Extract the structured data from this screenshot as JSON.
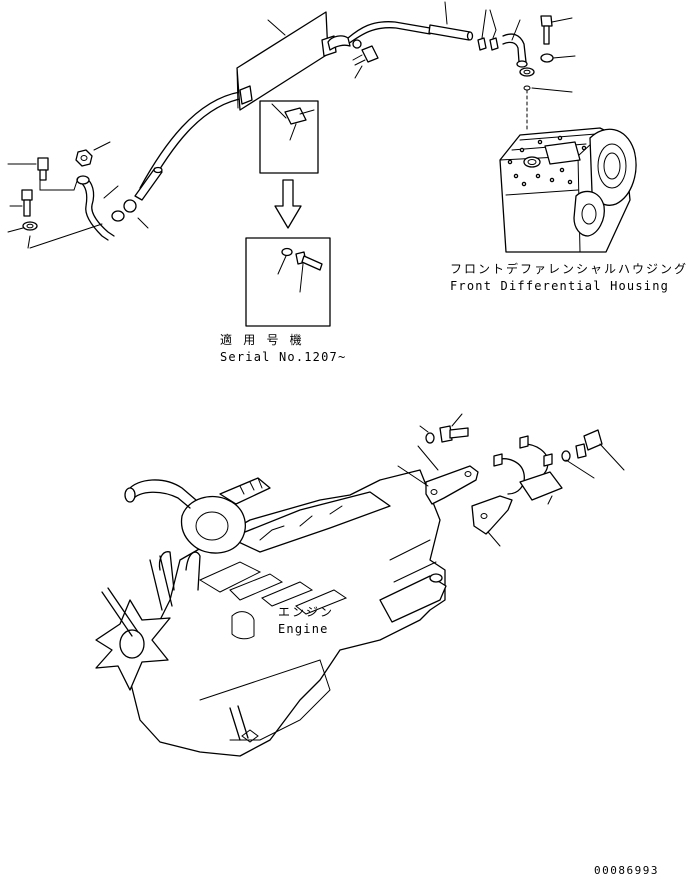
{
  "labels": {
    "housing_jp": "フロントデファレンシャルハウジング",
    "housing_en": "Front Differential Housing",
    "serial_jp": "適 用 号 機",
    "serial_en": "Serial No.1207~",
    "engine_jp": "エンジン",
    "engine_en": "Engine",
    "drawing_number": "00086993"
  },
  "icons": {
    "arrow": "down-arrow-icon",
    "detail_frames": [
      "detail-frame-before",
      "detail-frame-after"
    ]
  }
}
